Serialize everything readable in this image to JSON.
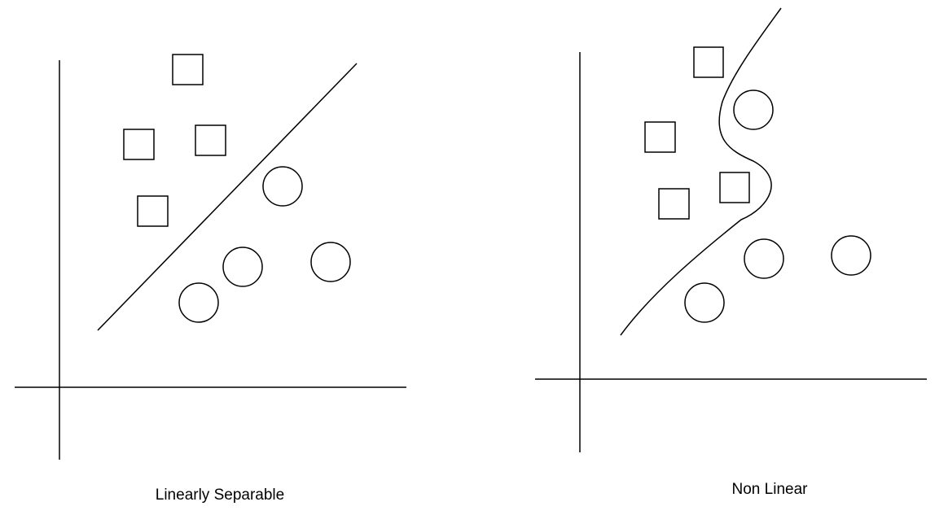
{
  "diagrams": [
    {
      "id": "left",
      "caption": "Linearly Separable",
      "boundary": "linear",
      "class_a_shape": "square",
      "class_b_shape": "circle",
      "class_a_count": 4,
      "class_b_count": 4
    },
    {
      "id": "right",
      "caption": "Non Linear",
      "boundary": "curved",
      "class_a_shape": "square",
      "class_b_shape": "circle",
      "class_a_count": 4,
      "class_b_count": 4
    }
  ],
  "colors": {
    "stroke": "#000000",
    "background": "#ffffff"
  }
}
